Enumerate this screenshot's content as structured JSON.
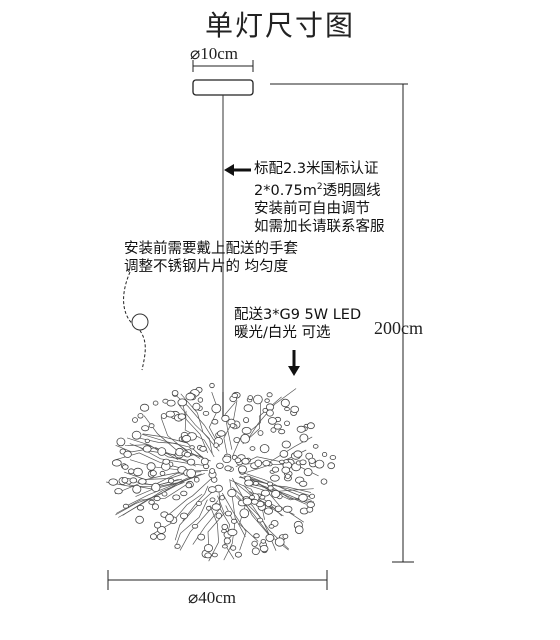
{
  "title": "单灯尺寸图",
  "dimensions": {
    "canopy_diameter": "⌀10cm",
    "total_height": "200cm",
    "fixture_diameter": "⌀40cm"
  },
  "annotations": {
    "cable": {
      "line1": "标配2.3米国标认证",
      "line2_prefix": "2*0.75m",
      "line2_sup": "2",
      "line2_suffix": "透明圆线",
      "line3": "安装前可自由调节",
      "line4": "如需加长请联系客服"
    },
    "gloves": {
      "line1": "安装前需要戴上配送的手套",
      "line2": "调整不锈钢片片的 均匀度"
    },
    "bulbs": {
      "line1": "配送3*G9 5W LED",
      "line2": "暖光/白光 可选"
    }
  },
  "colors": {
    "line": "#222222",
    "text": "#111111",
    "background": "#ffffff"
  }
}
